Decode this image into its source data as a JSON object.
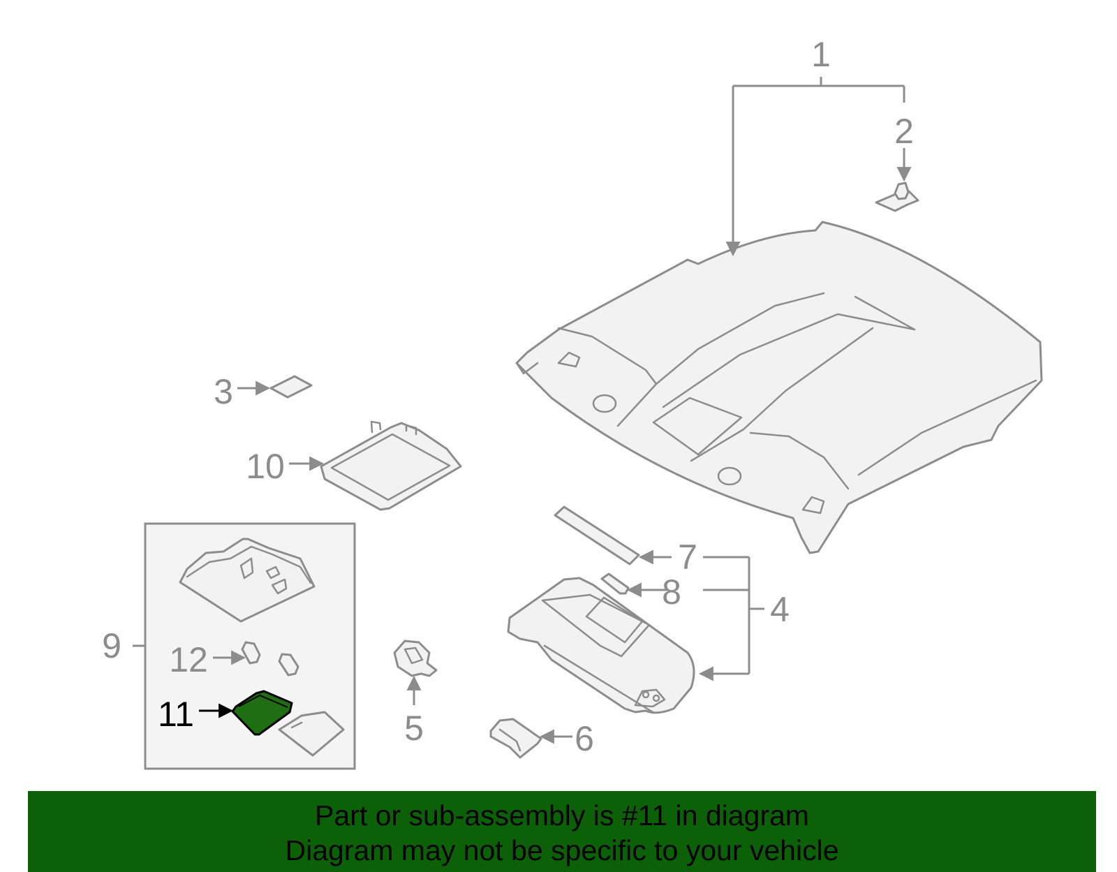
{
  "callouts": {
    "c1": "1",
    "c2": "2",
    "c3": "3",
    "c4": "4",
    "c5": "5",
    "c6": "6",
    "c7": "7",
    "c8": "8",
    "c9": "9",
    "c10": "10",
    "c11": "11",
    "c12": "12"
  },
  "highlighted_part": "11",
  "colors": {
    "line_art": "#8c8c8c",
    "highlight_fill": "#1f6e13",
    "banner": "#0b6008",
    "banner_text": "#000000"
  },
  "banner": {
    "line1": "Part or sub-assembly is #11 in diagram",
    "line2": "Diagram may not be specific to your vehicle"
  }
}
